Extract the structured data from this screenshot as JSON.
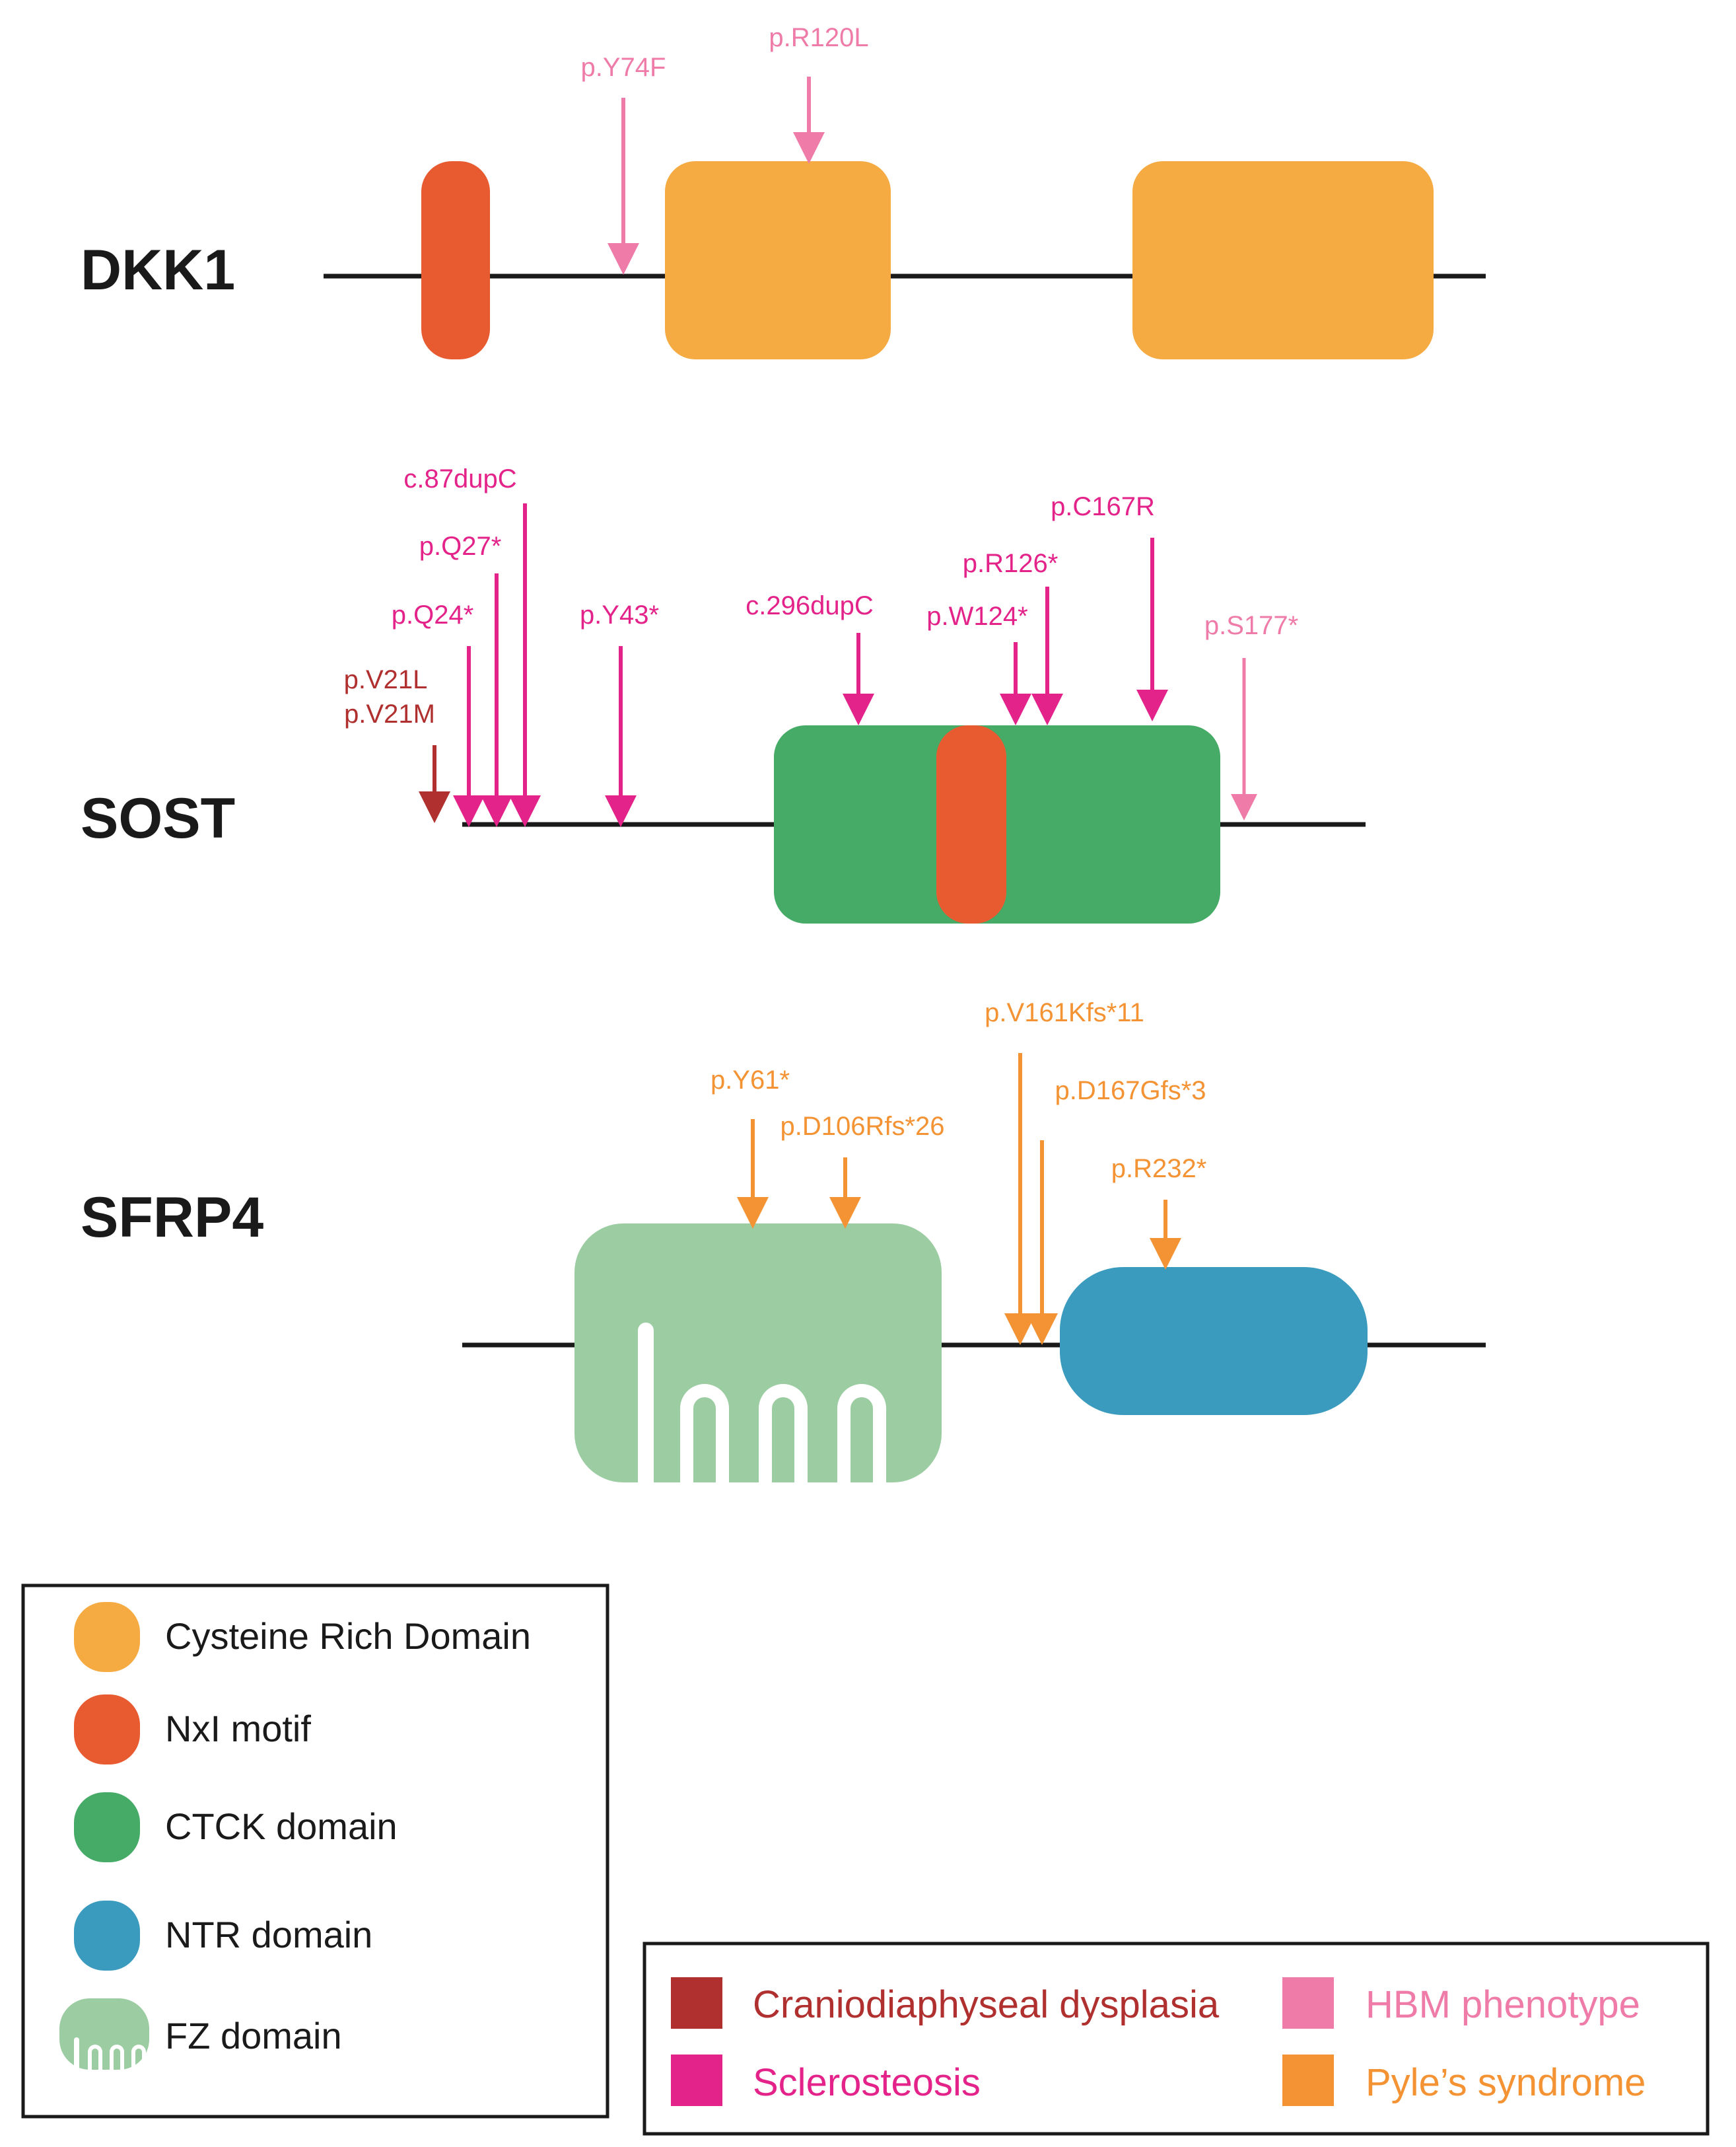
{
  "colors": {
    "cysteine_rich": "#f6aa42",
    "nxi": "#e85a30",
    "ctck": "#46ab67",
    "ntr": "#3a9bbf",
    "fz": "#9ccca2",
    "craniodiaphyseal": "#b0302f",
    "sclerosteosis": "#e4238a",
    "hbm": "#ef7ba8",
    "pyle": "#f49333"
  },
  "genes": {
    "dkk1": {
      "name": "DKK1",
      "mutations": [
        {
          "label": "p.Y74F",
          "phenotype": "hbm"
        },
        {
          "label": "p.R120L",
          "phenotype": "hbm"
        }
      ]
    },
    "sost": {
      "name": "SOST",
      "mutations": [
        {
          "label": "p.V21L",
          "phenotype": "craniodiaphyseal"
        },
        {
          "label": "p.V21M",
          "phenotype": "craniodiaphyseal"
        },
        {
          "label": "p.Q24*",
          "phenotype": "sclerosteosis"
        },
        {
          "label": "p.Q27*",
          "phenotype": "sclerosteosis"
        },
        {
          "label": "c.87dupC",
          "phenotype": "sclerosteosis"
        },
        {
          "label": "p.Y43*",
          "phenotype": "sclerosteosis"
        },
        {
          "label": "c.296dupC",
          "phenotype": "sclerosteosis"
        },
        {
          "label": "p.W124*",
          "phenotype": "sclerosteosis"
        },
        {
          "label": "p.R126*",
          "phenotype": "sclerosteosis"
        },
        {
          "label": "p.C167R",
          "phenotype": "sclerosteosis"
        },
        {
          "label": "p.S177*",
          "phenotype": "hbm"
        }
      ]
    },
    "sfrp4": {
      "name": "SFRP4",
      "mutations": [
        {
          "label": "p.Y61*",
          "phenotype": "pyle"
        },
        {
          "label": "p.D106Rfs*26",
          "phenotype": "pyle"
        },
        {
          "label": "p.V161Kfs*11",
          "phenotype": "pyle"
        },
        {
          "label": "p.D167Gfs*3",
          "phenotype": "pyle"
        },
        {
          "label": "p.R232*",
          "phenotype": "pyle"
        }
      ]
    }
  },
  "domain_legend": [
    {
      "label": "Cysteine Rich Domain",
      "color": "#f6aa42",
      "icon": "rounded-blob"
    },
    {
      "label": "NxI motif",
      "color": "#e85a30",
      "icon": "rounded-blob"
    },
    {
      "label": "CTCK domain",
      "color": "#46ab67",
      "icon": "rounded-blob"
    },
    {
      "label": "NTR domain",
      "color": "#3a9bbf",
      "icon": "rounded-blob"
    },
    {
      "label": "FZ domain",
      "color": "#9ccca2",
      "icon": "fz-comb"
    }
  ],
  "phenotype_legend": [
    {
      "label": "Craniodiaphyseal dysplasia",
      "color": "#b0302f"
    },
    {
      "label": "HBM phenotype",
      "color": "#ef7ba8"
    },
    {
      "label": "Sclerosteosis",
      "color": "#e4238a"
    },
    {
      "label": "Pyle’s syndrome",
      "color": "#f49333"
    }
  ]
}
